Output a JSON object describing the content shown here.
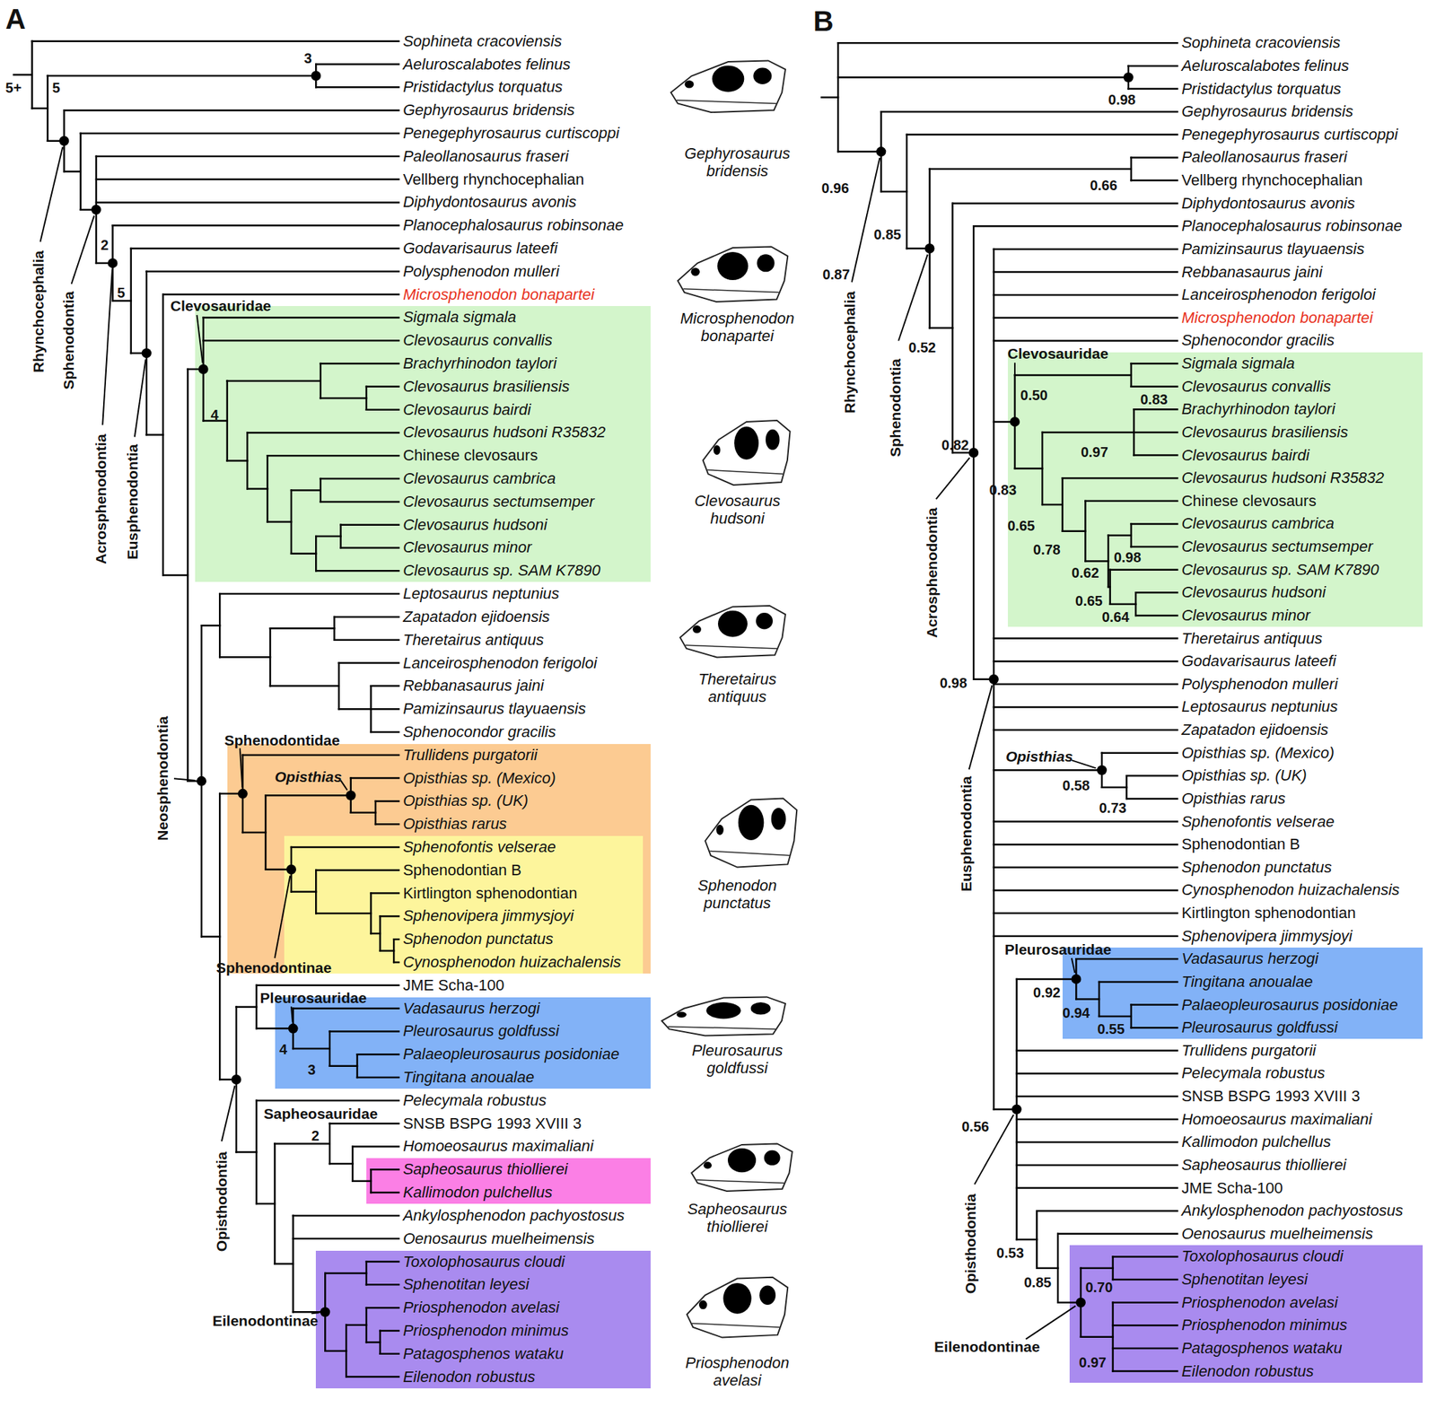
{
  "diagram": {
    "nodes": [
      {
        "text": [
          "Sigmala sigmala",
          "Clevosaurus convallis",
          "Brachyrhinodon taylori",
          "Clevosaurus brasiliensis",
          "Clevosaurus bairdi",
          "Clevosaurus hudsoni R35832",
          "Chinese clevosaurs",
          "Clevosaurus cambrica",
          "Clevosaurus sectumsemper",
          "Clevosaurus hudsoni",
          "Clevosaurus minor",
          "Clevosaurus sp. SAM K7890"
        ]
      },
      {
        "text": [
          "Trullidens purgatorii",
          "Opisthias sp. (Mexico)",
          "Opisthias sp. (UK)",
          "Opisthias rarus"
        ]
      },
      {
        "text": [
          "Sphenofontis velserae",
          "Sphenodontian B",
          "Kirtlington sphenodontian",
          "Sphenovipera jimmysjoyi",
          "Sphenodon punctatus",
          "Cynosphenodon huizachalensis"
        ],
        "in": 1
      },
      {
        "text": [
          "Vadasaurus herzogi",
          "Pleurosaurus goldfussi",
          "Palaeopleurosaurus posidoniae",
          "Tingitana anoualae"
        ]
      },
      {
        "text": [
          "Sapheosaurus thiollierei",
          "Kallimodon pulchellus"
        ]
      },
      {
        "text": [
          "Toxolophosaurus cloudi",
          "Sphenotitan leyesi",
          "Priosphenodon avelasi",
          "Priosphenodon minimus",
          "Patagosphenos wataku",
          "Eilenodon robustus"
        ]
      },
      {
        "text": [
          "Sigmala sigmala",
          "Clevosaurus convallis",
          "Brachyrhinodon taylori",
          "Clevosaurus brasiliensis",
          "Clevosaurus bairdi",
          "Clevosaurus hudsoni R35832",
          "Chinese clevosaurs",
          "Clevosaurus cambrica",
          "Clevosaurus sectumsemper",
          "Clevosaurus sp. SAM K7890",
          "Clevosaurus hudsoni",
          "Clevosaurus minor"
        ]
      },
      {
        "text": [
          "Vadasaurus herzogi",
          "Tingitana anoualae",
          "Palaeopleurosaurus posidoniae",
          "Pleurosaurus goldfussi"
        ]
      },
      {
        "text": [
          "Toxolophosaurus cloudi",
          "Sphenotitan leyesi",
          "Priosphenodon avelasi",
          "Priosphenodon minimus",
          "Patagosphenos wataku",
          "Eilenodon robustus"
        ]
      }
    ],
    "labels": [
      "Sophineta cracoviensis",
      "Aeluroscalabotes felinus",
      "Pristidactylus torquatus",
      "Gephyrosaurus bridensis",
      "Penegephyrosaurus curtiscoppi",
      "Paleollanosaurus fraseri",
      "Vellberg rhynchocephalian",
      "Diphydontosaurus avonis",
      "Planocephalosaurus robinsonae",
      "Godavarisaurus lateefi",
      "Polysphenodon mulleri",
      "Microsphenodon bonapartei",
      "Leptosaurus neptunius",
      "Zapatadon ejidoensis",
      "Theretairus antiquus",
      "Lanceirosphenodon ferigoloi",
      "Rebbanasaurus jaini",
      "Pamizinsaurus tlayuaensis",
      "Sphenocondor gracilis",
      "JME Scha-100",
      "Pelecymala robustus",
      "SNSB BSPG 1993 XVIII 3",
      "Homoeosaurus maximaliani",
      "Ankylosphenodon pachyostosus",
      "Oenosaurus muelheimensis",
      "Sophineta cracoviensis",
      "Aeluroscalabotes felinus",
      "Pristidactylus torquatus",
      "Gephyrosaurus bridensis",
      "Penegephyrosaurus curtiscoppi",
      "Paleollanosaurus fraseri",
      "Vellberg rhynchocephalian",
      "Diphydontosaurus avonis",
      "Planocephalosaurus robinsonae",
      "Pamizinsaurus tlayuaensis",
      "Rebbanasaurus jaini",
      "Lanceirosphenodon ferigoloi",
      "Microsphenodon bonapartei",
      "Sphenocondor gracilis",
      "Theretairus antiquus",
      "Godavarisaurus lateefi",
      "Polysphenodon mulleri",
      "Leptosaurus neptunius",
      "Zapatadon ejidoensis",
      "Opisthias sp. (Mexico)",
      "Opisthias sp. (UK)",
      "Opisthias rarus",
      "Sphenofontis velserae",
      "Sphenodontian B",
      "Sphenodon punctatus",
      "Cynosphenodon huizachalensis",
      "Kirtlington sphenodontian",
      "Sphenovipera jimmysjoyi",
      "Trullidens purgatorii",
      "Pelecymala robustus",
      "SNSB BSPG 1993 XVIII 3",
      "Homoeosaurus maximaliani",
      "Kallimodon pulchellus",
      "Sapheosaurus thiollierei",
      "JME Scha-100",
      "Ankylosphenodon pachyostosus",
      "Oenosaurus muelheimensis",
      "A",
      "B",
      "3",
      "5+",
      "5",
      "2",
      "5",
      "4",
      "4",
      "3",
      "2",
      "Rhynchocephalia",
      "Sphenodontia",
      "Acrosphenodontia",
      "Eusphenodontia",
      "Neosphenodontia",
      "Opisthodontia",
      "Clevosauridae",
      "Sphenodontidae",
      "Opisthias",
      "Sphenodontinae",
      "Pleurosauridae",
      "Sapheosauridae",
      "Eilenodontinae",
      "Gephyrosaurus bridensis",
      "Microsphenodon bonapartei",
      "Clevosaurus hudsoni",
      "Theretairus antiquus",
      "Sphenodon punctatus",
      "Pleurosaurus goldfussi",
      "Sapheosaurus thiollierei",
      "Priosphenodon avelasi",
      "Rhynchocephalia",
      "Sphenodontia",
      "Acrosphenodontia",
      "Eusphenodontia",
      "Opisthodontia",
      "Clevosauridae",
      "Opisthias",
      "Pleurosauridae",
      "Eilenodontinae",
      "0.98",
      "0.96",
      "0.85",
      "0.87",
      "0.52",
      "0.82",
      "0.98",
      "0.66",
      "0.50",
      "0.83",
      "0.83",
      "0.97",
      "0.65",
      "0.78",
      "0.98",
      "0.62",
      "0.65",
      "0.64",
      "0.58",
      "0.73",
      "0.92",
      "0.94",
      "0.55",
      "0.56",
      "0.53",
      "0.85",
      "0.70",
      "0.97"
    ]
  }
}
